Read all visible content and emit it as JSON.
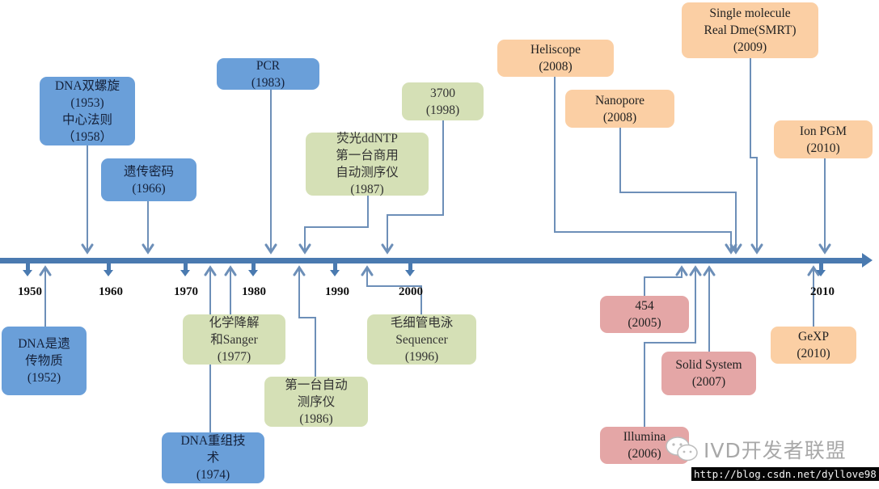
{
  "timeline": {
    "year_labels": [
      "1950",
      "1960",
      "1970",
      "1980",
      "1990",
      "2000",
      "2010"
    ],
    "axis_color": "#4a7ab0",
    "connector_color": "#6d8fb8"
  },
  "category_colors": {
    "blue": "#6a9fd9",
    "green": "#d5e0b6",
    "orange": "#fbcfa4",
    "pink": "#e4a6a6"
  },
  "events": [
    {
      "id": "dna-double-helix",
      "lines": [
        "DNA双螺旋",
        "(1953)",
        "中心法则",
        "（1958）"
      ],
      "color": "blue"
    },
    {
      "id": "genetic-code",
      "lines": [
        "遗传密码",
        "(1966)"
      ],
      "color": "blue"
    },
    {
      "id": "pcr",
      "lines": [
        "PCR",
        "(1983)"
      ],
      "color": "blue"
    },
    {
      "id": "fluorescent-ddntp",
      "lines": [
        "荧光ddNTP",
        "第一台商用",
        "自动测序仪",
        "(1987)"
      ],
      "color": "green"
    },
    {
      "id": "3700",
      "lines": [
        "3700",
        "(1998)"
      ],
      "color": "green"
    },
    {
      "id": "heliscope",
      "lines": [
        "Heliscope",
        "(2008)"
      ],
      "color": "orange"
    },
    {
      "id": "nanopore",
      "lines": [
        "Nanopore",
        "(2008)"
      ],
      "color": "orange"
    },
    {
      "id": "smrt",
      "lines": [
        "Single molecule",
        "Real Dme(SMRT)",
        "(2009)"
      ],
      "color": "orange"
    },
    {
      "id": "ion-pgm",
      "lines": [
        "Ion PGM",
        "(2010)"
      ],
      "color": "orange"
    },
    {
      "id": "dna-genetic-material",
      "lines": [
        "DNA是遗",
        "传物质",
        "(1952)"
      ],
      "color": "blue"
    },
    {
      "id": "chemical-degradation-sanger",
      "lines": [
        "化学降解",
        "和Sanger",
        "(1977)"
      ],
      "color": "green"
    },
    {
      "id": "dna-recombination",
      "lines": [
        "DNA重组技",
        "术",
        "(1974)"
      ],
      "color": "blue"
    },
    {
      "id": "first-auto-sequencer",
      "lines": [
        "第一台自动",
        "测序仪",
        "(1986)"
      ],
      "color": "green"
    },
    {
      "id": "capillary-electrophoresis",
      "lines": [
        "毛细管电泳",
        "Sequencer",
        "(1996)"
      ],
      "color": "green"
    },
    {
      "id": "454",
      "lines": [
        "454",
        "(2005)"
      ],
      "color": "pink"
    },
    {
      "id": "solid-system",
      "lines": [
        "Solid System",
        "(2007)"
      ],
      "color": "pink"
    },
    {
      "id": "illumina",
      "lines": [
        "Illumina",
        "(2006)"
      ],
      "color": "pink"
    },
    {
      "id": "gexp",
      "lines": [
        "GeXP",
        "(2010)"
      ],
      "color": "orange"
    }
  ],
  "watermark": {
    "brand": "IVD开发者联盟",
    "url": "http://blog.csdn.net/dyllove98"
  }
}
